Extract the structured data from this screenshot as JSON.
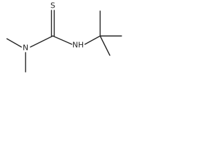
{
  "molecule": {
    "atoms": {
      "sulfur": "S",
      "dimethyl_nitrogen": "N",
      "nh_group": "NH"
    }
  }
}
